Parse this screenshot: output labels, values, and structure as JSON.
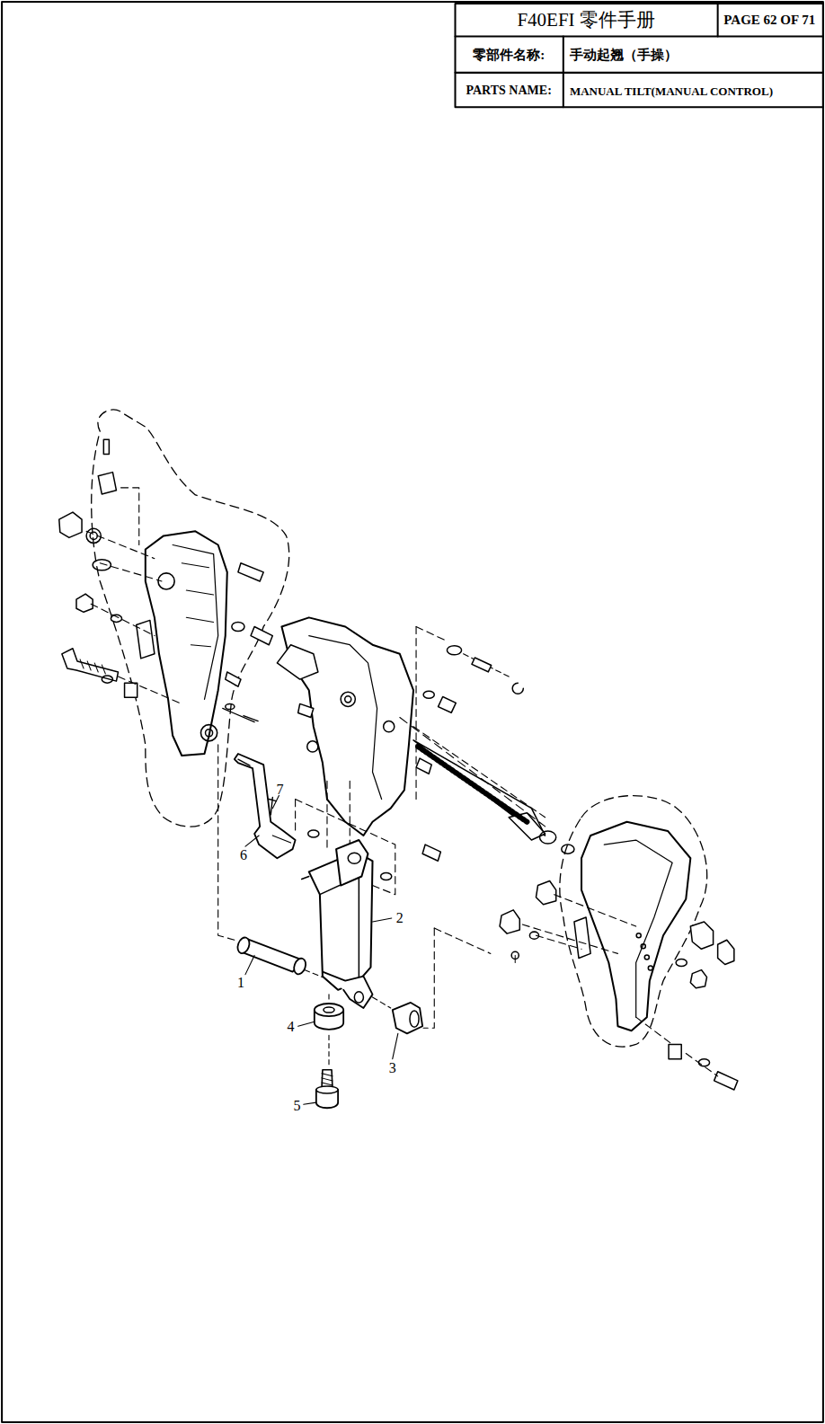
{
  "diagram": {
    "title": "F40EFI 零件手册",
    "labels": [
      "PAGE 62 OF 71",
      "零部件名称:",
      "手动起翘（手操）",
      "PARTS NAME:",
      "MANUAL TILT(MANUAL CONTROL)",
      "6",
      "7",
      "2",
      "1",
      "4",
      "3",
      "5"
    ]
  }
}
